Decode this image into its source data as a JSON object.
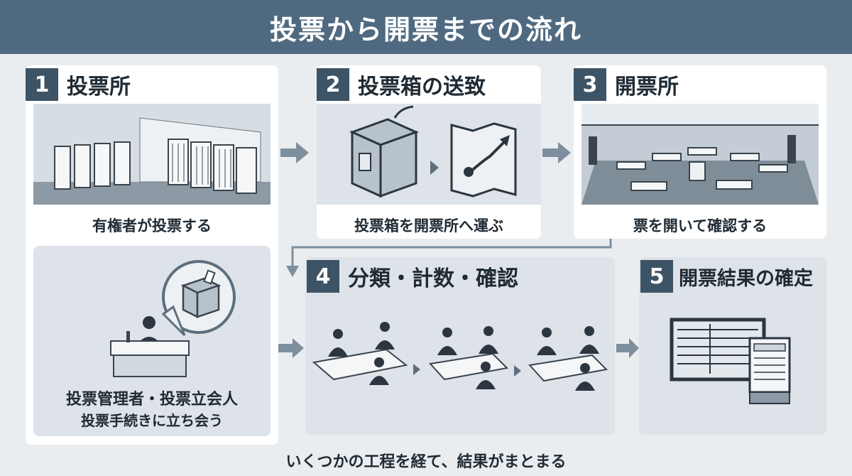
{
  "header": {
    "title": "投票から開票までの流れ"
  },
  "steps": [
    {
      "number": "1",
      "title": "投票所",
      "caption": "有権者が投票する"
    },
    {
      "number": "2",
      "title": "投票箱の送致",
      "caption": "投票箱を開票所へ運ぶ"
    },
    {
      "number": "3",
      "title": "開票所",
      "caption": "票を開いて確認する"
    },
    {
      "number": "4",
      "title": "分類・計数・確認"
    },
    {
      "number": "5",
      "title": "開票結果の確定"
    }
  ],
  "witness": {
    "line1": "投票管理者・投票立会人",
    "line2": "投票手続きに立ち会う"
  },
  "footer": {
    "text": "いくつかの工程を経て、結果がまとまる"
  },
  "colors": {
    "header_bg": "#4f6a80",
    "number_badge": "#3d5366",
    "arrow": "#7d8f9e"
  }
}
